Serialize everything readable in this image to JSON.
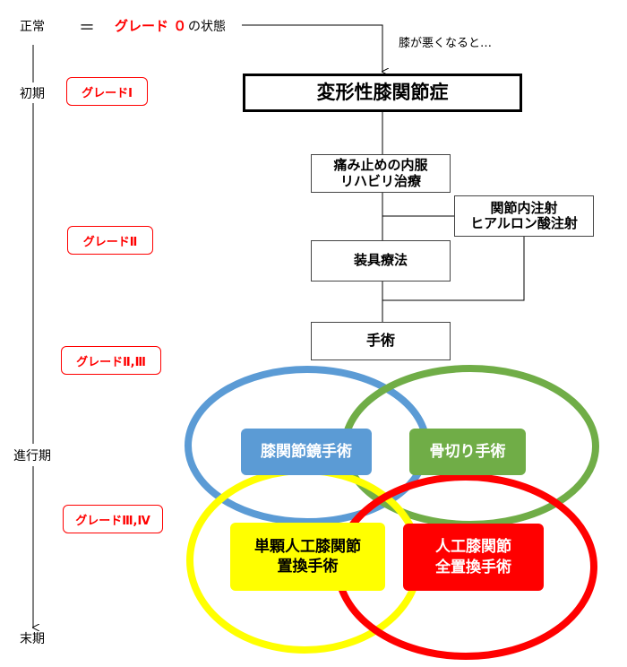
{
  "timeline": {
    "normal": "正常",
    "equals": "＝",
    "grade0": "グレード ０",
    "grade0_suffix": "の状態",
    "early": "初期",
    "progress": "進行期",
    "late": "末期"
  },
  "grades": [
    "グレードⅠ",
    "グレードⅡ",
    "グレードⅡ,Ⅲ",
    "グレードⅢ,Ⅳ"
  ],
  "flow": {
    "when_bad": "膝が悪くなると…",
    "disease": "変形性膝関節症",
    "painkiller": [
      "痛み止めの内服",
      "リハビリ治療"
    ],
    "injection": [
      "関節内注射",
      "ヒアルロン酸注射"
    ],
    "brace": "装具療法",
    "surgery": "手術"
  },
  "surgeries": {
    "arthroscopy": "膝関節鏡手術",
    "osteotomy": "骨切り手術",
    "uka": [
      "単顆人工膝関節",
      "置換手術"
    ],
    "tka": [
      "人工膝関節",
      "全置換手術"
    ]
  },
  "colors": {
    "blue": "#5b9bd5",
    "green": "#70ad47",
    "yellow": "#ffff00",
    "red": "#ff0000"
  }
}
